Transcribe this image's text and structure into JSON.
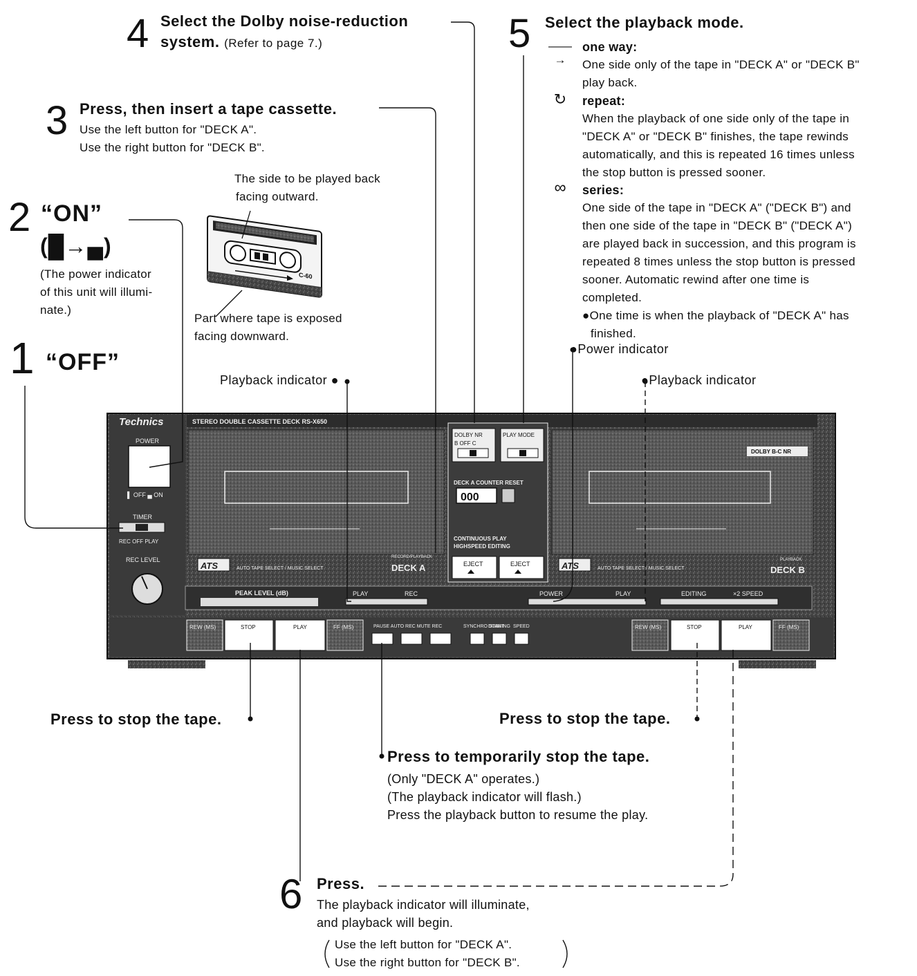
{
  "step4": {
    "num": "4",
    "title_a": "Select the Dolby noise-reduction",
    "title_b": "system.",
    "ref": "(Refer to page 7.)"
  },
  "step5": {
    "num": "5",
    "title": "Select the playback mode.",
    "modes": [
      {
        "icon": "one-way-arrow-icon",
        "glyph": "——→",
        "name": "one way:",
        "desc": [
          "One side only of the tape in \"DECK A\" or \"DECK B\"",
          "play back."
        ]
      },
      {
        "icon": "repeat-arrow-icon",
        "glyph": "↻",
        "name": "repeat:",
        "desc": [
          "When the playback of one side only of the tape in",
          "\"DECK A\" or \"DECK B\" finishes, the tape rewinds",
          "automatically, and this is repeated 16 times unless",
          "the stop button is pressed sooner."
        ]
      },
      {
        "icon": "series-loop-icon",
        "glyph": "∞",
        "name": "series:",
        "desc": [
          "One side of the tape in \"DECK A\" (\"DECK B\") and",
          "then one side of the tape in \"DECK B\" (\"DECK A\")",
          "are played back in succession, and this program is",
          "repeated 8 times unless the stop button is pressed",
          "sooner. Automatic rewind after one time is",
          "completed."
        ]
      }
    ],
    "note": [
      "●One time is when the playback of \"DECK A\" has",
      "finished."
    ]
  },
  "step3": {
    "num": "3",
    "title": "Press, then insert a tape cassette.",
    "lines": [
      "Use the left button for \"DECK A\".",
      "Use the right button for \"DECK B\"."
    ]
  },
  "cassette": {
    "side_label": [
      "The side to be played back",
      "facing outward."
    ],
    "exposed_label": [
      "Part where tape is exposed",
      "facing downward."
    ],
    "marking": "C-60"
  },
  "step2": {
    "num": "2",
    "label": "“ON”",
    "arrow": "(█→▄)",
    "note": [
      "(The power indicator",
      "of this unit will illumi-",
      "nate.)"
    ]
  },
  "step1": {
    "num": "1",
    "label": "“OFF”"
  },
  "callouts": {
    "power_indicator": "●Power indicator",
    "playback_indicator_a": "Playback indicator ●",
    "playback_indicator_b": "●Playback indicator"
  },
  "deck": {
    "brand": "Technics",
    "model": "STEREO DOUBLE CASSETTE DECK RS-X650",
    "power": "POWER",
    "off_on": "▌ OFF ▄ ON",
    "timer": "TIMER",
    "timer_modes": "REC  OFF  PLAY",
    "rec_level": "REC LEVEL",
    "dolby_nr": "DOLBY NR",
    "dolby_opts": "B  OFF  C",
    "play_mode": "PLAY MODE",
    "counter_title": "DECK A COUNTER RESET",
    "counter": "000",
    "continuous": "CONTINUOUS PLAY",
    "highspeed": "HIGHSPEED EDITING",
    "eject": "EJECT",
    "ats": "ATS",
    "ats_text": "AUTO TAPE SELECT / MUSIC SELECT",
    "rec_play": "RECORD/PLAYBACK",
    "deck_a": "DECK   A",
    "playback": "PLAYBACK",
    "deck_b": "DECK  B",
    "dolby_badge": "DOLBY B-C NR",
    "peak_level": "PEAK LEVEL (dB)",
    "play": "PLAY",
    "rec": "REC",
    "power_lbl": "POWER",
    "editing": "EDITING",
    "x2speed": "×2 SPEED",
    "btn_rew": "REW (MS)",
    "btn_stop": "STOP",
    "btn_play": "PLAY",
    "btn_ff": "FF (MS)",
    "btn_pause": "PAUSE AUTO REC MUTE REC",
    "btn_sync": "SYNCHRO START",
    "btn_dubbing": "DUBBING",
    "btn_speed": "SPEED"
  },
  "stop_a": "Press to stop the tape.",
  "stop_b": "Press to stop the tape.",
  "pause": {
    "title": "Press to temporarily stop the tape.",
    "lines": [
      "(Only \"DECK A\" operates.)",
      "(The playback indicator will flash.)",
      "Press the playback button to resume the play."
    ]
  },
  "step6": {
    "num": "6",
    "title": "Press.",
    "lines": [
      "The playback indicator will illuminate,",
      "and playback will begin."
    ],
    "paren": [
      "Use the left button for \"DECK A\".",
      "Use the right button for \"DECK B\"."
    ]
  }
}
